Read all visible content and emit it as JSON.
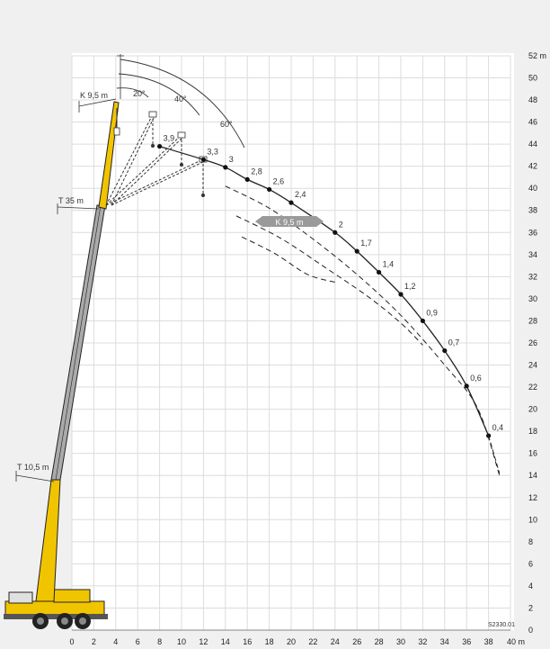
{
  "chart_data": {
    "type": "line",
    "title": "",
    "xlabel": "m",
    "ylabel": "m",
    "x_ticks": [
      0,
      2,
      4,
      6,
      8,
      10,
      12,
      14,
      16,
      18,
      20,
      22,
      24,
      26,
      28,
      30,
      32,
      34,
      36,
      38,
      40
    ],
    "y_ticks": [
      0,
      2,
      4,
      6,
      8,
      10,
      12,
      14,
      16,
      18,
      20,
      22,
      24,
      26,
      28,
      30,
      32,
      34,
      36,
      38,
      40,
      42,
      44,
      46,
      48,
      50,
      52
    ],
    "x_last_label": "40 m",
    "y_top_label": "52 m",
    "xlim": [
      0,
      40
    ],
    "ylim": [
      0,
      52
    ],
    "grid": true,
    "series": [
      {
        "name": "",
        "style": "solid",
        "points": [
          {
            "x": 8,
            "y": 43.8,
            "label": "3,9"
          },
          {
            "x": 12,
            "y": 42.6,
            "label": "3,3"
          },
          {
            "x": 14,
            "y": 41.9,
            "label": "3"
          },
          {
            "x": 16,
            "y": 40.8,
            "label": "2,8"
          },
          {
            "x": 18,
            "y": 39.9,
            "label": "2,6"
          },
          {
            "x": 20,
            "y": 38.7,
            "label": "2,4"
          },
          {
            "x": 24,
            "y": 36.0,
            "label": "2"
          },
          {
            "x": 26,
            "y": 34.3,
            "label": "1,7"
          },
          {
            "x": 28,
            "y": 32.4,
            "label": "1,4"
          },
          {
            "x": 30,
            "y": 30.4,
            "label": "1,2"
          },
          {
            "x": 32,
            "y": 28.0,
            "label": "0,9"
          },
          {
            "x": 34,
            "y": 25.3,
            "label": "0,7"
          },
          {
            "x": 36,
            "y": 22.1,
            "label": "0,6"
          },
          {
            "x": 38,
            "y": 17.6,
            "label": "0,4"
          }
        ],
        "tail": [
          {
            "x": 39,
            "y": 14.2
          }
        ]
      },
      {
        "name": "",
        "style": "dashed",
        "points": [
          {
            "x": 14,
            "y": 40.2
          },
          {
            "x": 18,
            "y": 38.2
          },
          {
            "x": 22,
            "y": 35.4
          },
          {
            "x": 26,
            "y": 32.2
          },
          {
            "x": 30,
            "y": 28.5
          },
          {
            "x": 34,
            "y": 24.0
          },
          {
            "x": 37,
            "y": 20.1
          },
          {
            "x": 39,
            "y": 14.0
          }
        ]
      },
      {
        "name": "",
        "style": "dashed",
        "points": [
          {
            "x": 15,
            "y": 37.5
          },
          {
            "x": 19,
            "y": 35.5
          },
          {
            "x": 23,
            "y": 32.9
          },
          {
            "x": 27,
            "y": 30.2
          },
          {
            "x": 30,
            "y": 27.8
          },
          {
            "x": 32,
            "y": 25.8
          }
        ]
      },
      {
        "name": "",
        "style": "dashed",
        "points": [
          {
            "x": 15.5,
            "y": 35.6
          },
          {
            "x": 18.5,
            "y": 34.1
          },
          {
            "x": 21.5,
            "y": 32.2
          },
          {
            "x": 24,
            "y": 31.5
          }
        ]
      }
    ],
    "annotations": {
      "jib_length": "K 9,5 m",
      "curve_label": "K 9,5 m",
      "main_boom": "T 35 m",
      "base_boom": "T 10,5 m",
      "angles": [
        "20°",
        "40°",
        "60°"
      ],
      "figure_code": "S2330.01"
    }
  }
}
